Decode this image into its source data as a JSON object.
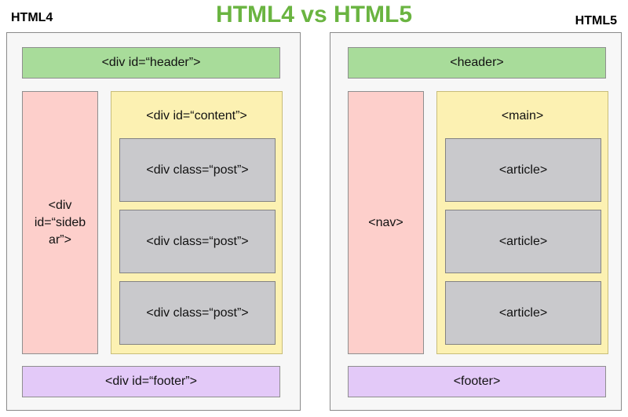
{
  "title": "HTML4 vs HTML5",
  "html4": {
    "label": "HTML4",
    "header": "<div id=“header”>",
    "sidebar": "<div\nid=“sideb\nar”>",
    "content": "<div id=“content”>",
    "posts": [
      "<div class=“post”>",
      "<div class=“post”>",
      "<div class=“post”>"
    ],
    "footer": "<div id=“footer”>"
  },
  "html5": {
    "label": "HTML5",
    "header": "<header>",
    "nav": "<nav>",
    "main": "<main>",
    "articles": [
      "<article>",
      "<article>",
      "<article>"
    ],
    "footer": "<footer>"
  },
  "colors": {
    "title": "#6ab441",
    "header": "#a8dc9a",
    "sidebar": "#fdcfcb",
    "content": "#fcf1b2",
    "post": "#c9c9cc",
    "footer": "#e3c9f8"
  }
}
